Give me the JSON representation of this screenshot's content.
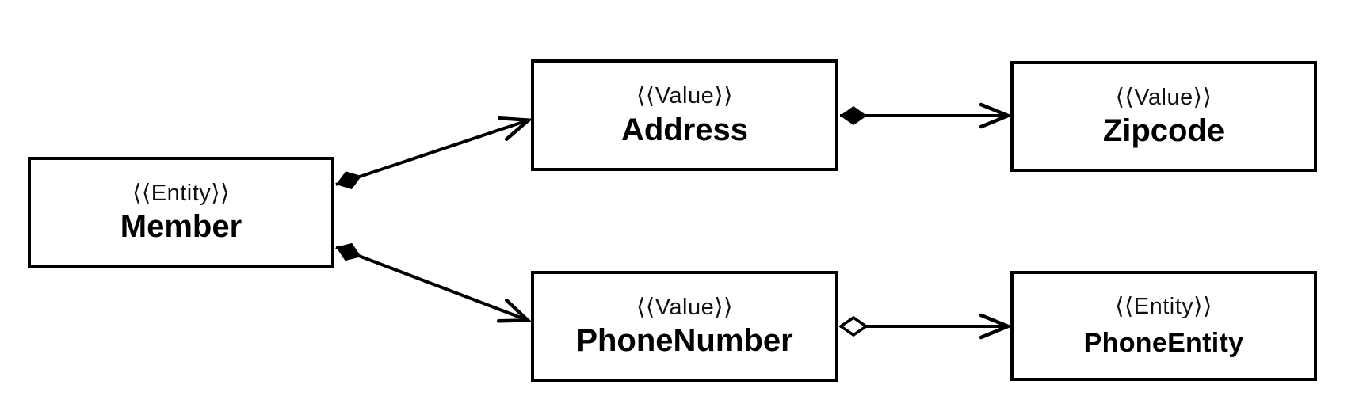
{
  "diagram": {
    "type": "uml-class-diagram",
    "background_color": "#ffffff",
    "line_color": "#000000",
    "box_fill_color": "#ffffff",
    "box_border_color": "#000000",
    "text_color": "#000000",
    "nodes": {
      "member": {
        "stereotype": "⟨⟨Entity⟩⟩",
        "name": "Member"
      },
      "address": {
        "stereotype": "⟨⟨Value⟩⟩",
        "name": "Address"
      },
      "zipcode": {
        "stereotype": "⟨⟨Value⟩⟩",
        "name": "Zipcode"
      },
      "phone_number": {
        "stereotype": "⟨⟨Value⟩⟩",
        "name": "PhoneNumber"
      },
      "phone_entity": {
        "stereotype": "⟨⟨Entity⟩⟩",
        "name": "PhoneEntity"
      }
    },
    "edges": [
      {
        "from": "Member",
        "to": "Address",
        "relation": "composition",
        "source_end": "filled-diamond",
        "target_end": "open-arrow"
      },
      {
        "from": "Member",
        "to": "PhoneNumber",
        "relation": "composition",
        "source_end": "filled-diamond",
        "target_end": "open-arrow"
      },
      {
        "from": "Address",
        "to": "Zipcode",
        "relation": "composition",
        "source_end": "filled-diamond",
        "target_end": "open-arrow"
      },
      {
        "from": "PhoneNumber",
        "to": "PhoneEntity",
        "relation": "aggregation",
        "source_end": "hollow-diamond",
        "target_end": "open-arrow"
      }
    ]
  }
}
